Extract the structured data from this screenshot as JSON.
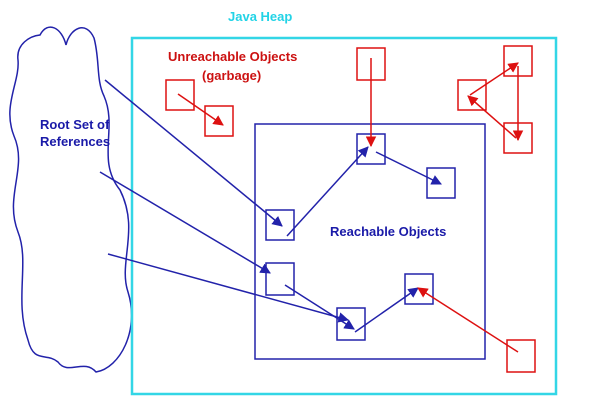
{
  "labels": {
    "heap": "Java Heap",
    "unreachable_line1": "Unreachable Objects",
    "unreachable_line2": "(garbage)",
    "root_line1": "Root Set of",
    "root_line2": "References",
    "reachable": "Reachable Objects"
  },
  "colors": {
    "heap_border": "#33d6e6",
    "heap_label": "#22d3e6",
    "reachable": "#2222aa",
    "reachable_label": "#1a1aa8",
    "garbage": "#dd1111",
    "garbage_label": "#cc1111"
  }
}
